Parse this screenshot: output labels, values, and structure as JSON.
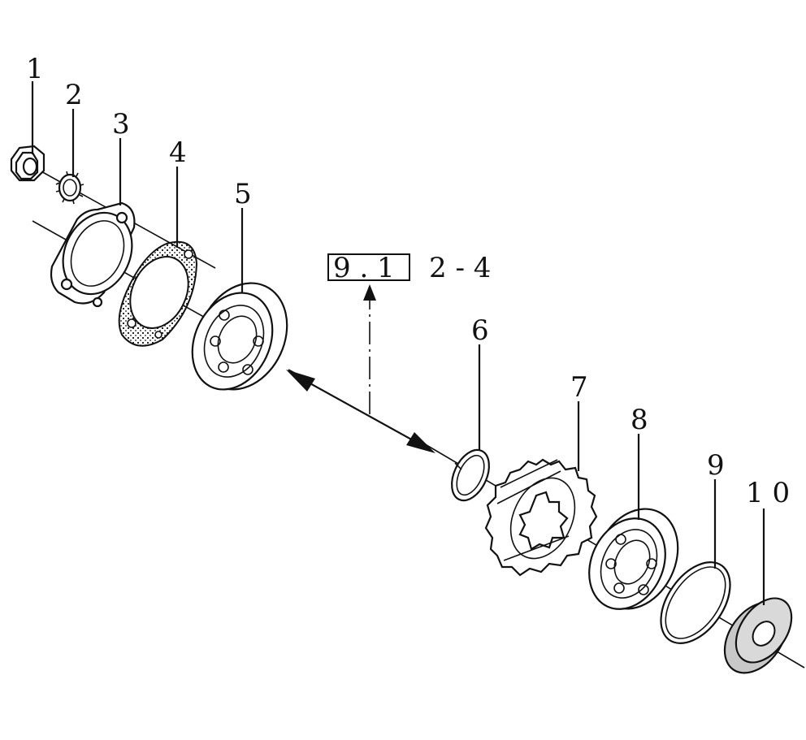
{
  "callouts": [
    "1",
    "2",
    "3",
    "4",
    "5",
    "6",
    "7",
    "8",
    "9",
    "1 0"
  ],
  "reference": {
    "box_text": "9 . 1",
    "suffix": "2 - 4"
  },
  "colors": {
    "ink": "#111111",
    "washer_fill": "#c8c8c8"
  }
}
